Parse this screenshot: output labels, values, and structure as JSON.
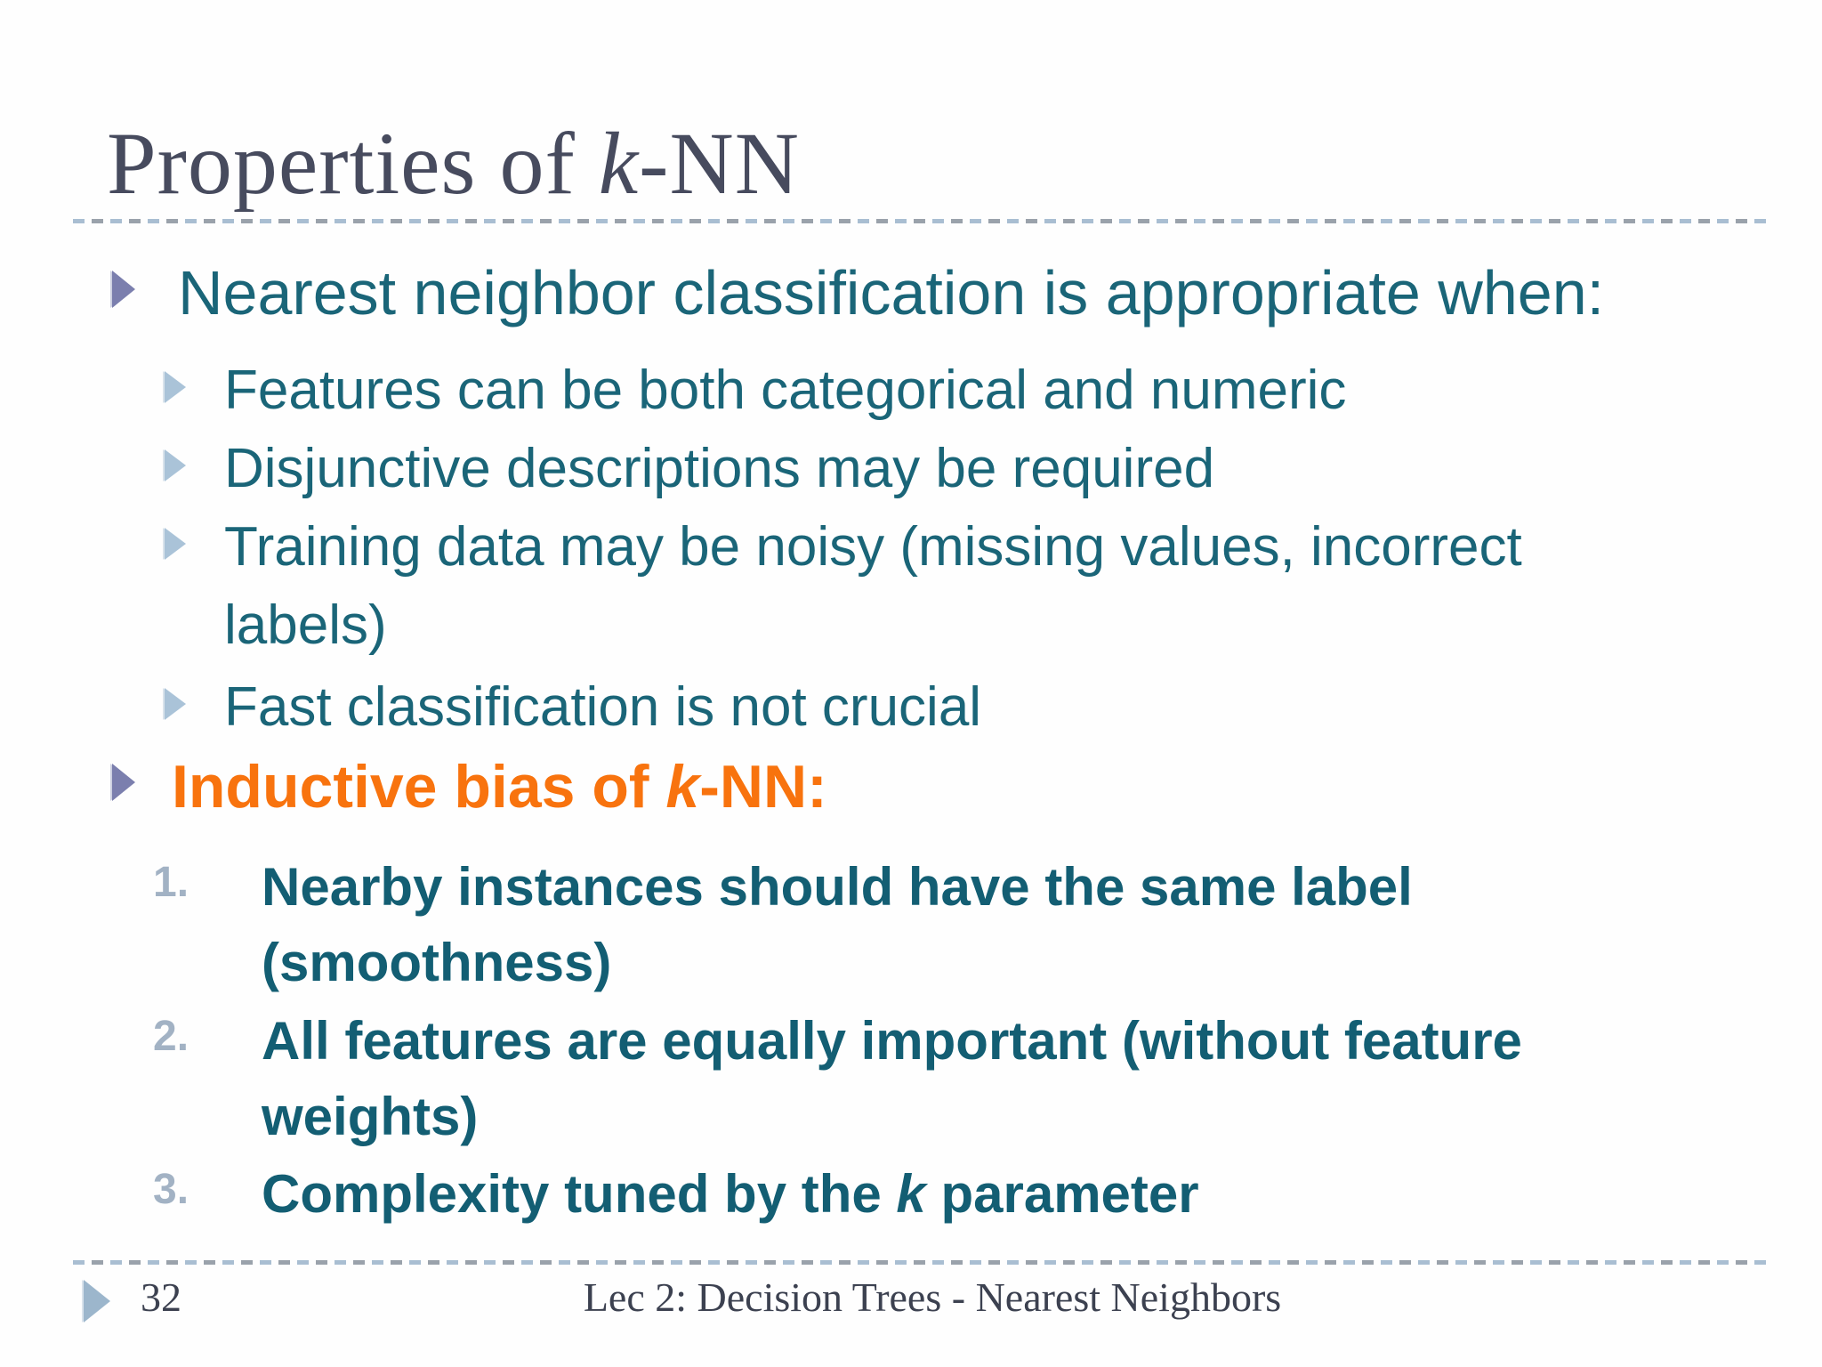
{
  "slide": {
    "title": {
      "pre": "Properties of ",
      "k": "k",
      "post": "-NN"
    },
    "bullets": {
      "level1": "Nearest neighbor classification is appropriate when:",
      "level2": [
        "Features can be both categorical and numeric",
        "Disjunctive descriptions may be required",
        "Training data may be noisy (missing values, incorrect labels)",
        "Fast classification is not crucial"
      ],
      "inductive": {
        "pre": "Inductive bias of ",
        "k": "k",
        "post": "-NN:"
      },
      "numbered": [
        {
          "num": "1.",
          "text": "Nearby instances should have the same label (smoothness)"
        },
        {
          "num": "2.",
          "text": "All features are equally important (without feature weights)"
        },
        {
          "num": "3.",
          "pre": "Complexity tuned by the ",
          "k": "k",
          "post": " parameter"
        }
      ]
    },
    "footer": {
      "page": "32",
      "text": "Lec 2: Decision Trees - Nearest Neighbors"
    },
    "colors": {
      "teal_regular": "#1a6578",
      "teal_bold": "#135e73",
      "orange": "#f8730e",
      "title_text": "#474b5e",
      "number_marker": "#a2b2c4",
      "bullet_level1": "#7b7fae",
      "bullet_level2": "#aac3d8",
      "footer_arrow": "#9cb6cc",
      "footer_text": "#3c4150",
      "dash_blue": "#a9bed2",
      "dash_gray": "#9aa2ab"
    }
  }
}
